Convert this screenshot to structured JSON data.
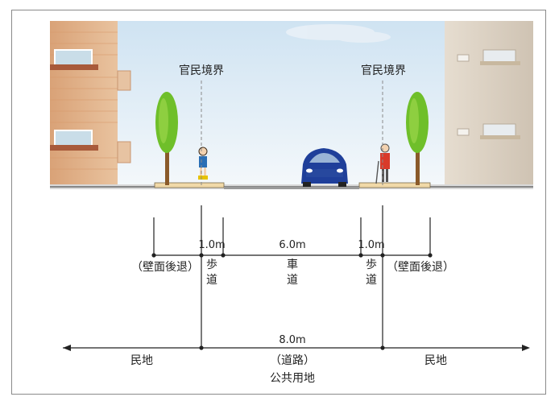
{
  "diagram": {
    "boundary_left": "官民境界",
    "boundary_right": "官民境界",
    "widths": {
      "sidewalk_left": "1.0m",
      "carriageway": "6.0m",
      "sidewalk_right": "1.0m",
      "total": "8.0m"
    },
    "labels": {
      "setback_left": "（壁面後退）",
      "setback_right": "（壁面後退）",
      "sidewalk_left": [
        "歩",
        "道"
      ],
      "carriageway": [
        "車",
        "道"
      ],
      "sidewalk_right": [
        "歩",
        "道"
      ],
      "private_left": "民地",
      "private_right": "民地",
      "road": "（道路）",
      "public_land": "公共用地"
    }
  }
}
